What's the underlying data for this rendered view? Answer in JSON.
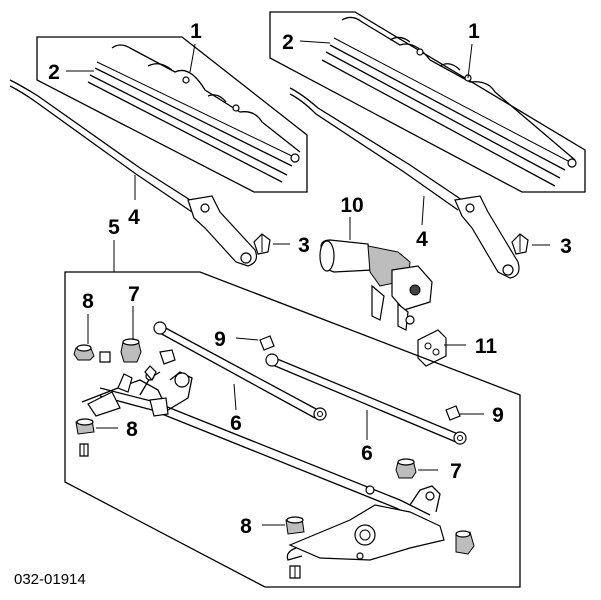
{
  "diagram": {
    "callouts": {
      "blade_left": "1",
      "blade_right": "1",
      "rubber_left": "2",
      "rubber_right": "2",
      "nut_cap_left": "3",
      "nut_cap_right": "3",
      "arm_left": "4",
      "arm_right": "4",
      "linkage_assembly": "5",
      "rod_a": "6",
      "rod_b": "6",
      "bushing_top": "7",
      "bushing_right": "7",
      "grommet_top": "8",
      "grommet_mid": "8",
      "grommet_bottom": "8",
      "clip_top": "9",
      "clip_right": "9",
      "motor": "10",
      "bracket": "11"
    },
    "part_number": "032-01914"
  }
}
